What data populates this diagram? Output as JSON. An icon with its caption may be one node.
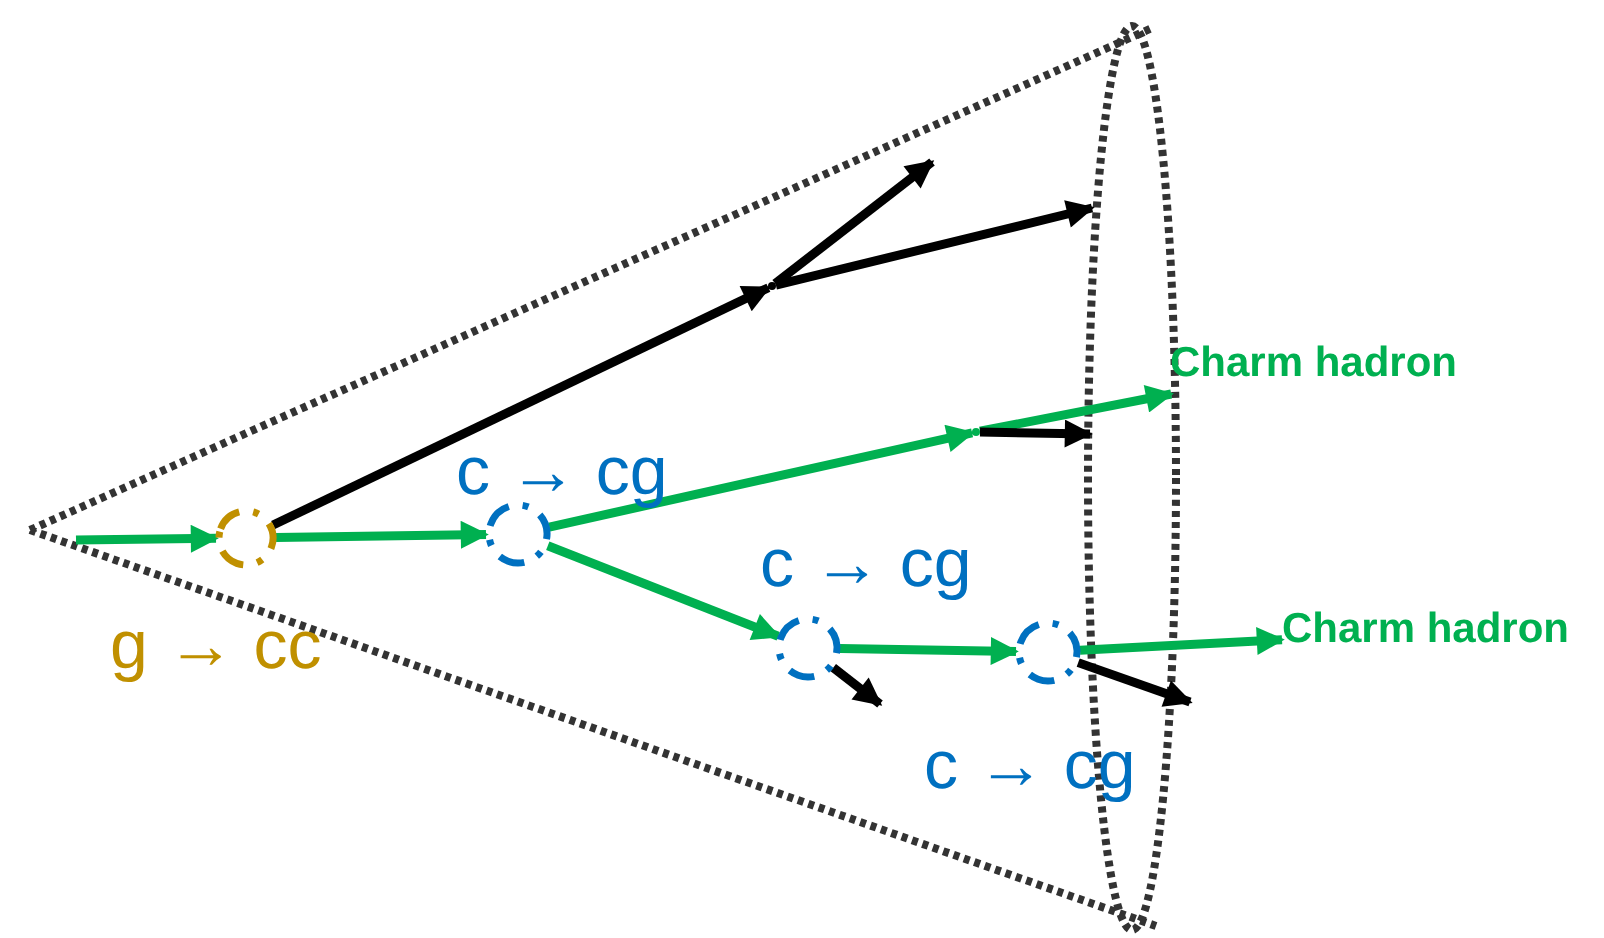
{
  "diagram": {
    "nodes": [
      {
        "text": [],
        "shape": "circle",
        "beside": [
          "g → cc"
        ]
      },
      {
        "text": [],
        "shape": "circle",
        "beside": [
          "c → cg"
        ]
      },
      {
        "text": [],
        "shape": "point"
      },
      {
        "text": [],
        "shape": "point"
      },
      {
        "text": [],
        "shape": "circle",
        "beside": [
          "c → cg"
        ]
      },
      {
        "text": [],
        "shape": "circle",
        "beside": [
          "c → cg"
        ]
      },
      {
        "text": [
          "Charm hadron"
        ]
      },
      {
        "text": [
          "Charm hadron"
        ]
      }
    ],
    "edges": [
      {
        "from": null,
        "to": 0,
        "arrow": "to"
      },
      {
        "from": 0,
        "to": 1,
        "arrow": "to"
      },
      {
        "from": 0,
        "to": 2,
        "arrow": "to",
        "color": "#000000"
      },
      {
        "from": 2,
        "to": null,
        "arrow": "to",
        "color": "#000000"
      },
      {
        "from": 2,
        "to": null,
        "arrow": "to",
        "color": "#000000"
      },
      {
        "from": 1,
        "to": 3,
        "arrow": "to"
      },
      {
        "from": 3,
        "to": 6,
        "arrow": "to"
      },
      {
        "from": 3,
        "to": null,
        "arrow": "to",
        "color": "#000000"
      },
      {
        "from": 1,
        "to": 4,
        "arrow": "to"
      },
      {
        "from": 4,
        "to": 5,
        "arrow": "to"
      },
      {
        "from": 4,
        "to": null,
        "arrow": "to",
        "color": "#000000"
      },
      {
        "from": 5,
        "to": 7,
        "arrow": "to"
      },
      {
        "from": 5,
        "to": null,
        "arrow": "to",
        "color": "#000000"
      }
    ]
  }
}
